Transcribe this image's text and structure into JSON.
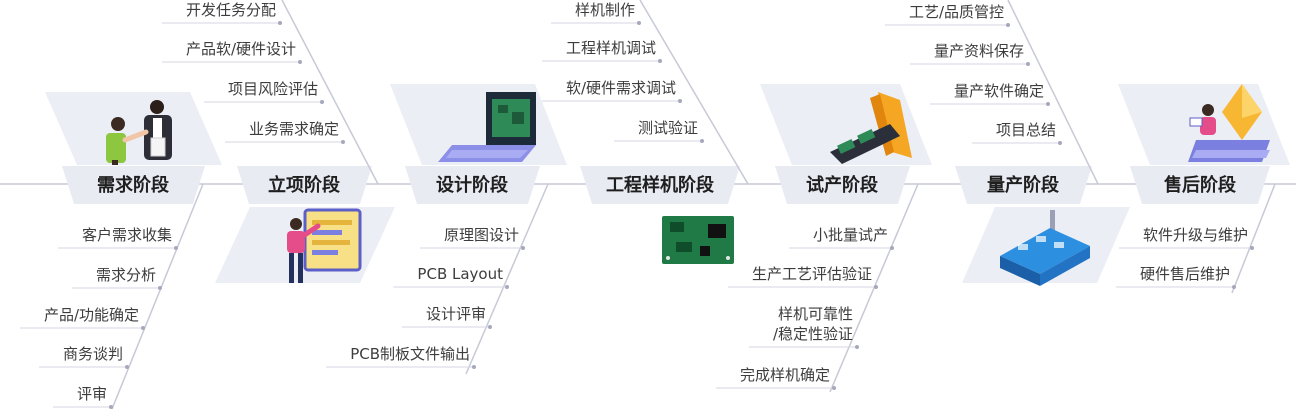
{
  "colors": {
    "band": "#e9ebf3",
    "illus_bg": "#eceef6",
    "line": "#c7c9d6",
    "dot": "#a6a8bd",
    "text": "#3d3d3d"
  },
  "stages": [
    {
      "label": "需求阶段",
      "icon": "handshake-people-icon"
    },
    {
      "label": "立项阶段",
      "icon": "presenter-board-icon"
    },
    {
      "label": "设计阶段",
      "icon": "laptop-pcb-icon"
    },
    {
      "label": "工程样机阶段",
      "icon": "circuit-board-icon"
    },
    {
      "label": "试产阶段",
      "icon": "conveyor-boards-icon"
    },
    {
      "label": "量产阶段",
      "icon": "factory-icon"
    },
    {
      "label": "售后阶段",
      "icon": "support-person-icon"
    }
  ],
  "tasks": {
    "req_bottom": [
      "客户需求收集",
      "需求分析",
      "产品/功能确定",
      "商务谈判",
      "评审"
    ],
    "proj_top": [
      "开发任务分配",
      "产品软/硬件设计",
      "项目风险评估",
      "业务需求确定"
    ],
    "design_bottom": [
      "原理图设计",
      "PCB Layout",
      "设计评审",
      "PCB制板文件输出"
    ],
    "proto_top": [
      "样机制作",
      "工程样机调试",
      "软/硬件需求调试",
      "测试验证"
    ],
    "trial_bottom": [
      "小批量试产",
      "生产工艺评估验证",
      "样机可靠性\n/稳定性验证",
      "完成样机确定"
    ],
    "mass_top": [
      "工艺/品质管控",
      "量产资料保存",
      "量产软件确定",
      "项目总结"
    ],
    "after_bottom": [
      "软件升级与维护",
      "硬件售后维护"
    ]
  }
}
